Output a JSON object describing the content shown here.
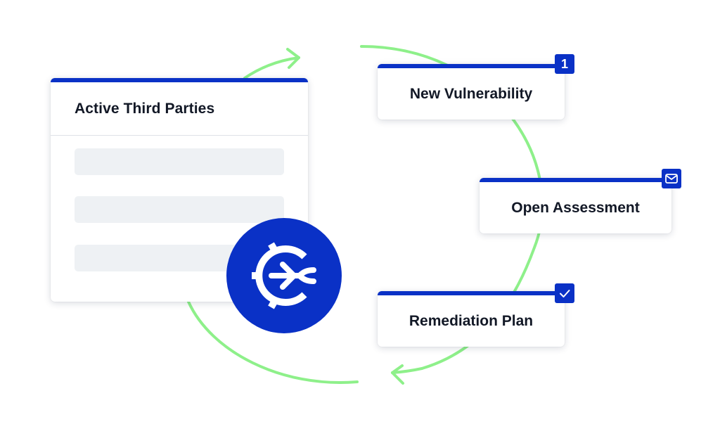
{
  "colors": {
    "brand_blue": "#0a31c6",
    "flow_green": "#8ef08a",
    "placeholder_gray": "#eef1f4"
  },
  "parties_card": {
    "title": "Active Third Parties",
    "placeholder_rows": 3
  },
  "steps": [
    {
      "label": "New Vulnerability",
      "badge": "1",
      "badge_icon": "number-badge"
    },
    {
      "label": "Open Assessment",
      "badge": "",
      "badge_icon": "envelope-icon"
    },
    {
      "label": "Remediation Plan",
      "badge": "",
      "badge_icon": "checkmark-icon"
    }
  ],
  "logo": {
    "icon": "brand-logo-icon"
  }
}
